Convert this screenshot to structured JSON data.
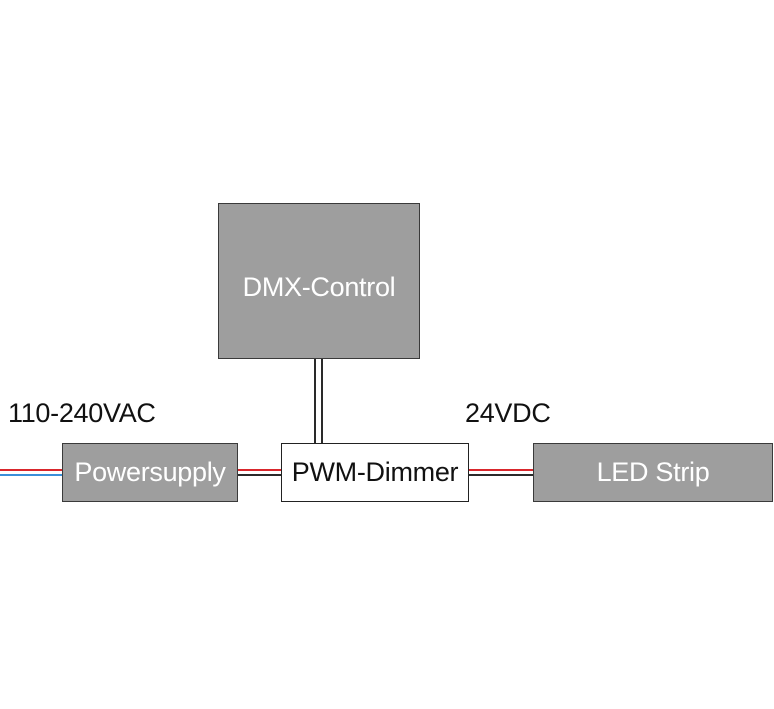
{
  "diagram": {
    "dmx_control": "DMX-Control",
    "power_supply": "Powersupply",
    "pwm_dimmer": "PWM-Dimmer",
    "led_strip": "LED Strip",
    "input_voltage": "110-240VAC",
    "output_voltage": "24VDC"
  },
  "colors": {
    "box_fill": "#9e9e9e",
    "box_text": "#ffffff",
    "wire_red": "#d9262c",
    "wire_blue": "#3a8fd9",
    "wire_dark": "#2a2a2a"
  }
}
